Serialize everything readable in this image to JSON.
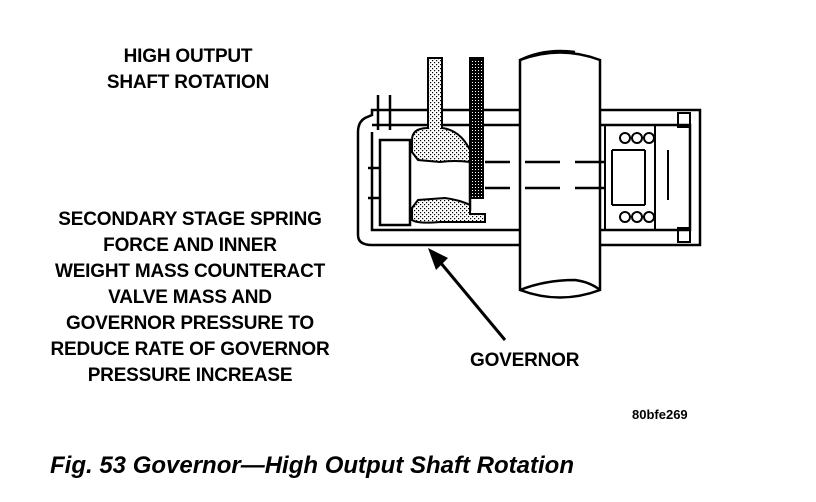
{
  "labels": {
    "title_lines": [
      "HIGH OUTPUT",
      "SHAFT ROTATION"
    ],
    "description_lines": [
      "SECONDARY STAGE SPRING",
      "FORCE AND INNER",
      "WEIGHT MASS COUNTERACT",
      "VALVE MASS AND",
      "GOVERNOR PRESSURE TO",
      "REDUCE RATE OF GOVERNOR",
      "PRESSURE INCREASE"
    ],
    "governor": "GOVERNOR",
    "reference_code": "80bfe269"
  },
  "caption": "Fig. 53 Governor—High Output Shaft Rotation"
}
